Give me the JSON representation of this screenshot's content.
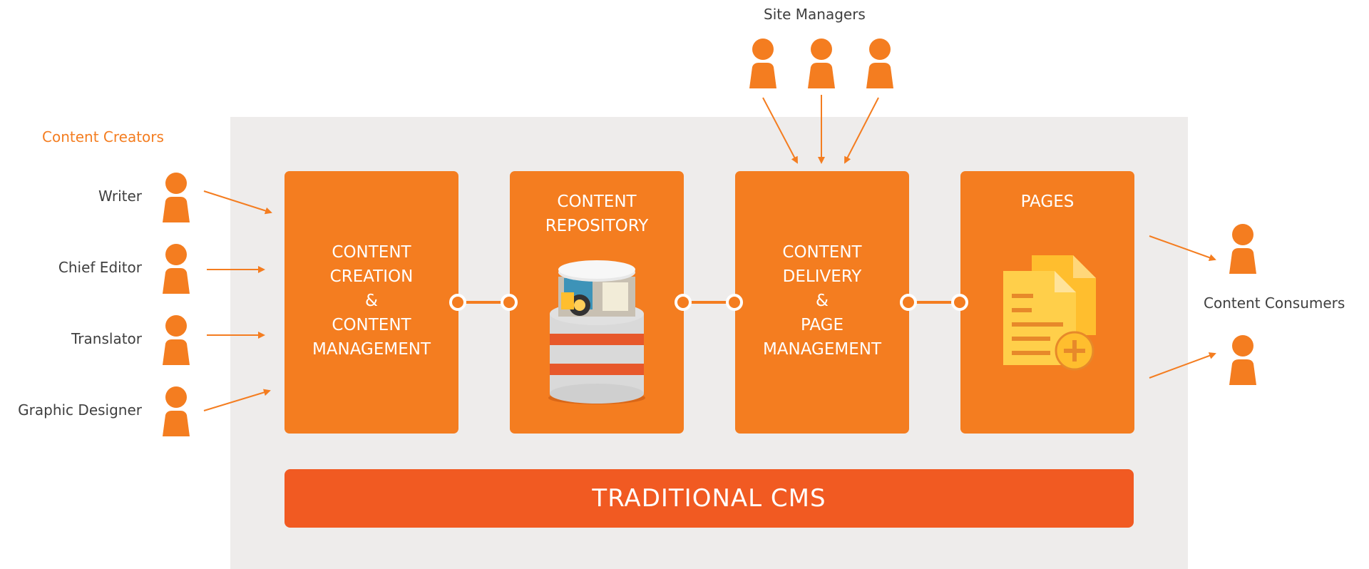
{
  "colors": {
    "accent": "#f47d20",
    "bar": "#f15a22",
    "panel": "#eeeceb",
    "creators_title": "#f47d20"
  },
  "site_managers": {
    "title": "Site Managers"
  },
  "content_creators": {
    "title": "Content Creators",
    "roles": [
      "Writer",
      "Chief Editor",
      "Translator",
      "Graphic Designer"
    ]
  },
  "content_consumers": {
    "title": "Content Consumers"
  },
  "boxes": {
    "creation": [
      "CONTENT",
      "CREATION",
      "&",
      "CONTENT",
      "MANAGEMENT"
    ],
    "repository": [
      "CONTENT",
      "REPOSITORY"
    ],
    "delivery": [
      "CONTENT",
      "DELIVERY",
      "&",
      "PAGE",
      "MANAGEMENT"
    ],
    "pages": [
      "PAGES"
    ]
  },
  "bar": {
    "label": "TRADITIONAL CMS"
  },
  "icons": {
    "people": "person-icon",
    "repository": "database-icon",
    "pages": "documents-add-icon"
  }
}
